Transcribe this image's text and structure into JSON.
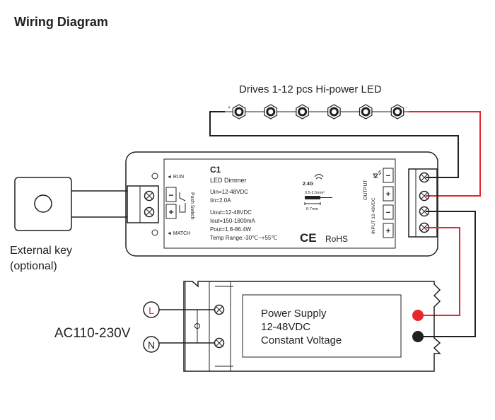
{
  "title": "Wiring Diagram",
  "led_caption": "Drives 1-12 pcs Hi-power LED",
  "led_count": 6,
  "external_key": {
    "line1": "External key",
    "line2": "(optional)"
  },
  "ac_label": "AC110-230V",
  "controller": {
    "model": "C1",
    "name": "LED Dimmer",
    "uin": "Uin=12-48VDC",
    "iin": "Iin=2.0A",
    "uout": "Uout=12-48VDC",
    "iout": "Iout=150-1800mA",
    "pout": "Pout=1.8-86.4W",
    "temp": "Temp Range:-30℃~+55℃",
    "run_label": "◄ RUN",
    "match_label": "◄ MATCH",
    "push_switch_label": "Push Switch",
    "wireless_label": "2.4G",
    "strip_label_top": "0.5-2.5mm²",
    "strip_label_bottom": "6-7mm",
    "ce_mark": "CE",
    "rohs": "RoHS",
    "output_label": "OUTPUT",
    "input_label": "INPUT 12-48VDC",
    "left_terminal_minus": "−",
    "left_terminal_plus": "+",
    "right_terminals": [
      "−",
      "+",
      "−",
      "+"
    ]
  },
  "power_supply": {
    "line1": "Power Supply",
    "line2": "12-48VDC",
    "line3": "Constant Voltage",
    "l_label": "L",
    "n_label": "N"
  },
  "colors": {
    "ink": "#231f20",
    "positive_wire": "#e5282c",
    "l_letter": "#e5282c"
  }
}
